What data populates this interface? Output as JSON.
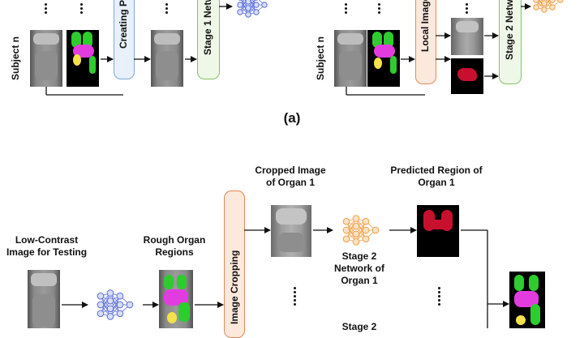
{
  "panel_a": {
    "left_subject_label": "Subject n",
    "right_subject_label": "Subject n",
    "box_creating": "Creating P",
    "box_stage1": "Stage 1 Netw",
    "box_local": "Local Image",
    "box_stage2": "Stage 2 Netw",
    "caption": "(a)"
  },
  "panel_b": {
    "input_title": "Low-Contrast Image for Testing",
    "rough_title": "Rough Organ Regions",
    "cropping_label": "Image Cropping",
    "cropped_title": "Cropped Image of Organ 1",
    "predicted_title": "Predicted Region of Organ 1",
    "stage2_label": "Stage 2 Network of Organ 1",
    "stage2_bottom_label": "Stage 2"
  },
  "colors": {
    "creating_box_border": "#7fa8d8",
    "creating_box_fill": "#e7f0fb",
    "stage_box_border": "#86c06a",
    "stage_box_fill": "#eef7e8",
    "local_box_border": "#e08a5a",
    "local_box_fill": "#fde8dc",
    "network_blue": "#5b6fd6",
    "network_orange": "#f0a04a",
    "organ_magenta": "#e23ce0",
    "organ_green": "#2ecc2e",
    "organ_yellow": "#f4e24a",
    "organ_red": "#c8102e"
  }
}
